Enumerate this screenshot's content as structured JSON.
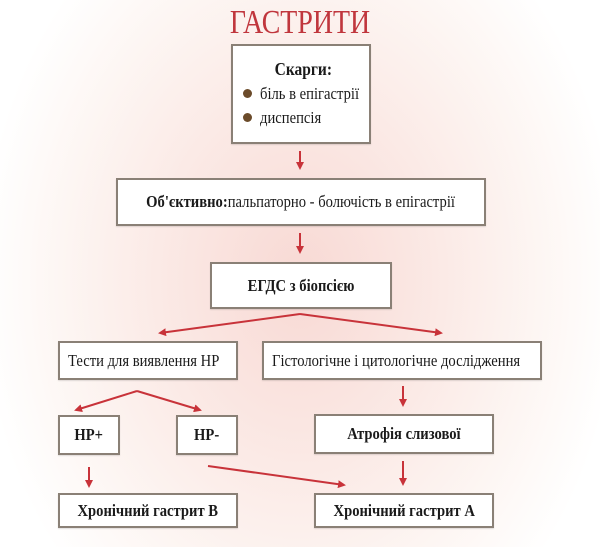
{
  "title": "ГАСТРИТИ",
  "colors": {
    "title": "#c0363d",
    "arrow": "#c8333a",
    "box_border": "#8a8076",
    "bullet": "#6b4b2a"
  },
  "nodes": {
    "complaints": {
      "heading": "Скарги:",
      "items": [
        "біль в епігастрії",
        "диспепсія"
      ]
    },
    "objective": {
      "label_bold": "Об'єктивно:",
      "label_rest": "пальпаторно - болючість в епігастрії"
    },
    "egds": {
      "label": "ЕГДС з біопсією"
    },
    "hp_tests": {
      "label": "Тести для виявлення НР"
    },
    "histology": {
      "label": "Гістологічне і цитологічне дослідження"
    },
    "hp_pos": {
      "label": "НР+"
    },
    "hp_neg": {
      "label": "НР-"
    },
    "atrophy": {
      "label": "Атрофія слизової"
    },
    "chronic_b": {
      "label": "Хронічний гастрит В"
    },
    "chronic_a": {
      "label": "Хронічний гастрит А"
    }
  },
  "edges": [
    [
      "complaints",
      "objective"
    ],
    [
      "objective",
      "egds"
    ],
    [
      "egds",
      "hp_tests"
    ],
    [
      "egds",
      "histology"
    ],
    [
      "hp_tests",
      "hp_pos"
    ],
    [
      "hp_tests",
      "hp_neg"
    ],
    [
      "histology",
      "atrophy"
    ],
    [
      "hp_pos",
      "chronic_b"
    ],
    [
      "hp_neg",
      "chronic_a"
    ],
    [
      "atrophy",
      "chronic_a"
    ]
  ]
}
